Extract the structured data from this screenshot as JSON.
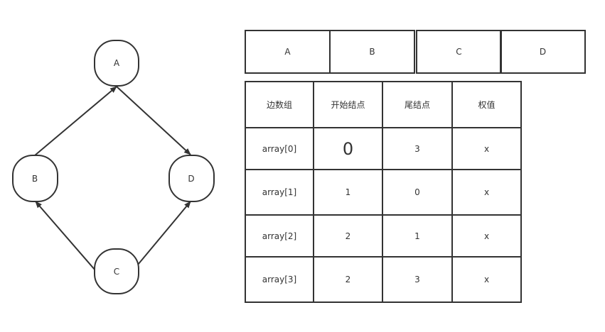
{
  "graph": {
    "nodes": [
      {
        "id": "A",
        "label": "A"
      },
      {
        "id": "B",
        "label": "B"
      },
      {
        "id": "C",
        "label": "C"
      },
      {
        "id": "D",
        "label": "D"
      }
    ],
    "edges": [
      {
        "from": "B",
        "to": "A"
      },
      {
        "from": "A",
        "to": "D"
      },
      {
        "from": "C",
        "to": "B"
      },
      {
        "from": "C",
        "to": "D"
      }
    ]
  },
  "vertex_array": [
    "A",
    "B",
    "C",
    "D"
  ],
  "edge_table": {
    "headers": [
      "边数组",
      "开始结点",
      "尾结点",
      "权值"
    ],
    "rows": [
      [
        "array[0]",
        "0",
        "3",
        "x"
      ],
      [
        "array[1]",
        "1",
        "0",
        "x"
      ],
      [
        "array[2]",
        "2",
        "1",
        "x"
      ],
      [
        "array[3]",
        "2",
        "3",
        "x"
      ]
    ]
  }
}
